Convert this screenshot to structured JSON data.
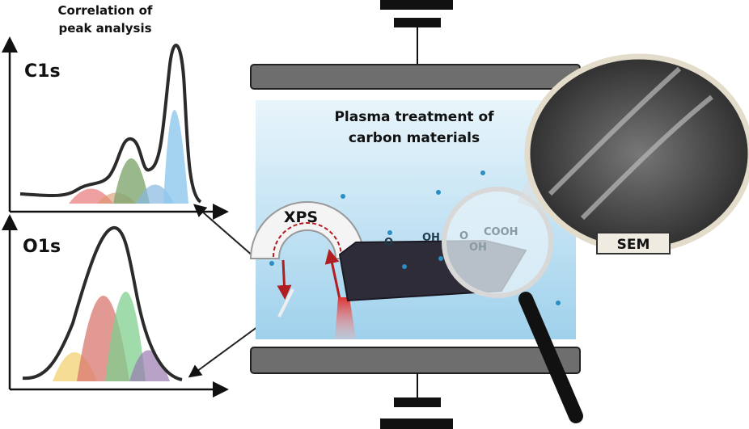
{
  "spectra": {
    "title_line1": "Correlation of",
    "title_line2": "peak analysis",
    "c1s_label": "C1s",
    "o1s_label": "O1s"
  },
  "chamber": {
    "title_line1": "Plasma treatment of",
    "title_line2": "carbon materials",
    "xps_label": "XPS",
    "groups_outside": [
      "O",
      "OH"
    ],
    "groups_magnified": [
      "O",
      "OH",
      "COOH"
    ],
    "sem_label": "SEM"
  },
  "colors": {
    "chamber_bg": "#bfe1f3",
    "electrode": "#6e6e6e",
    "red_peak": "#e87878",
    "green_peak": "#7fbf7f",
    "blue_peak": "#8cc8ec",
    "beam": "#c0282a"
  }
}
